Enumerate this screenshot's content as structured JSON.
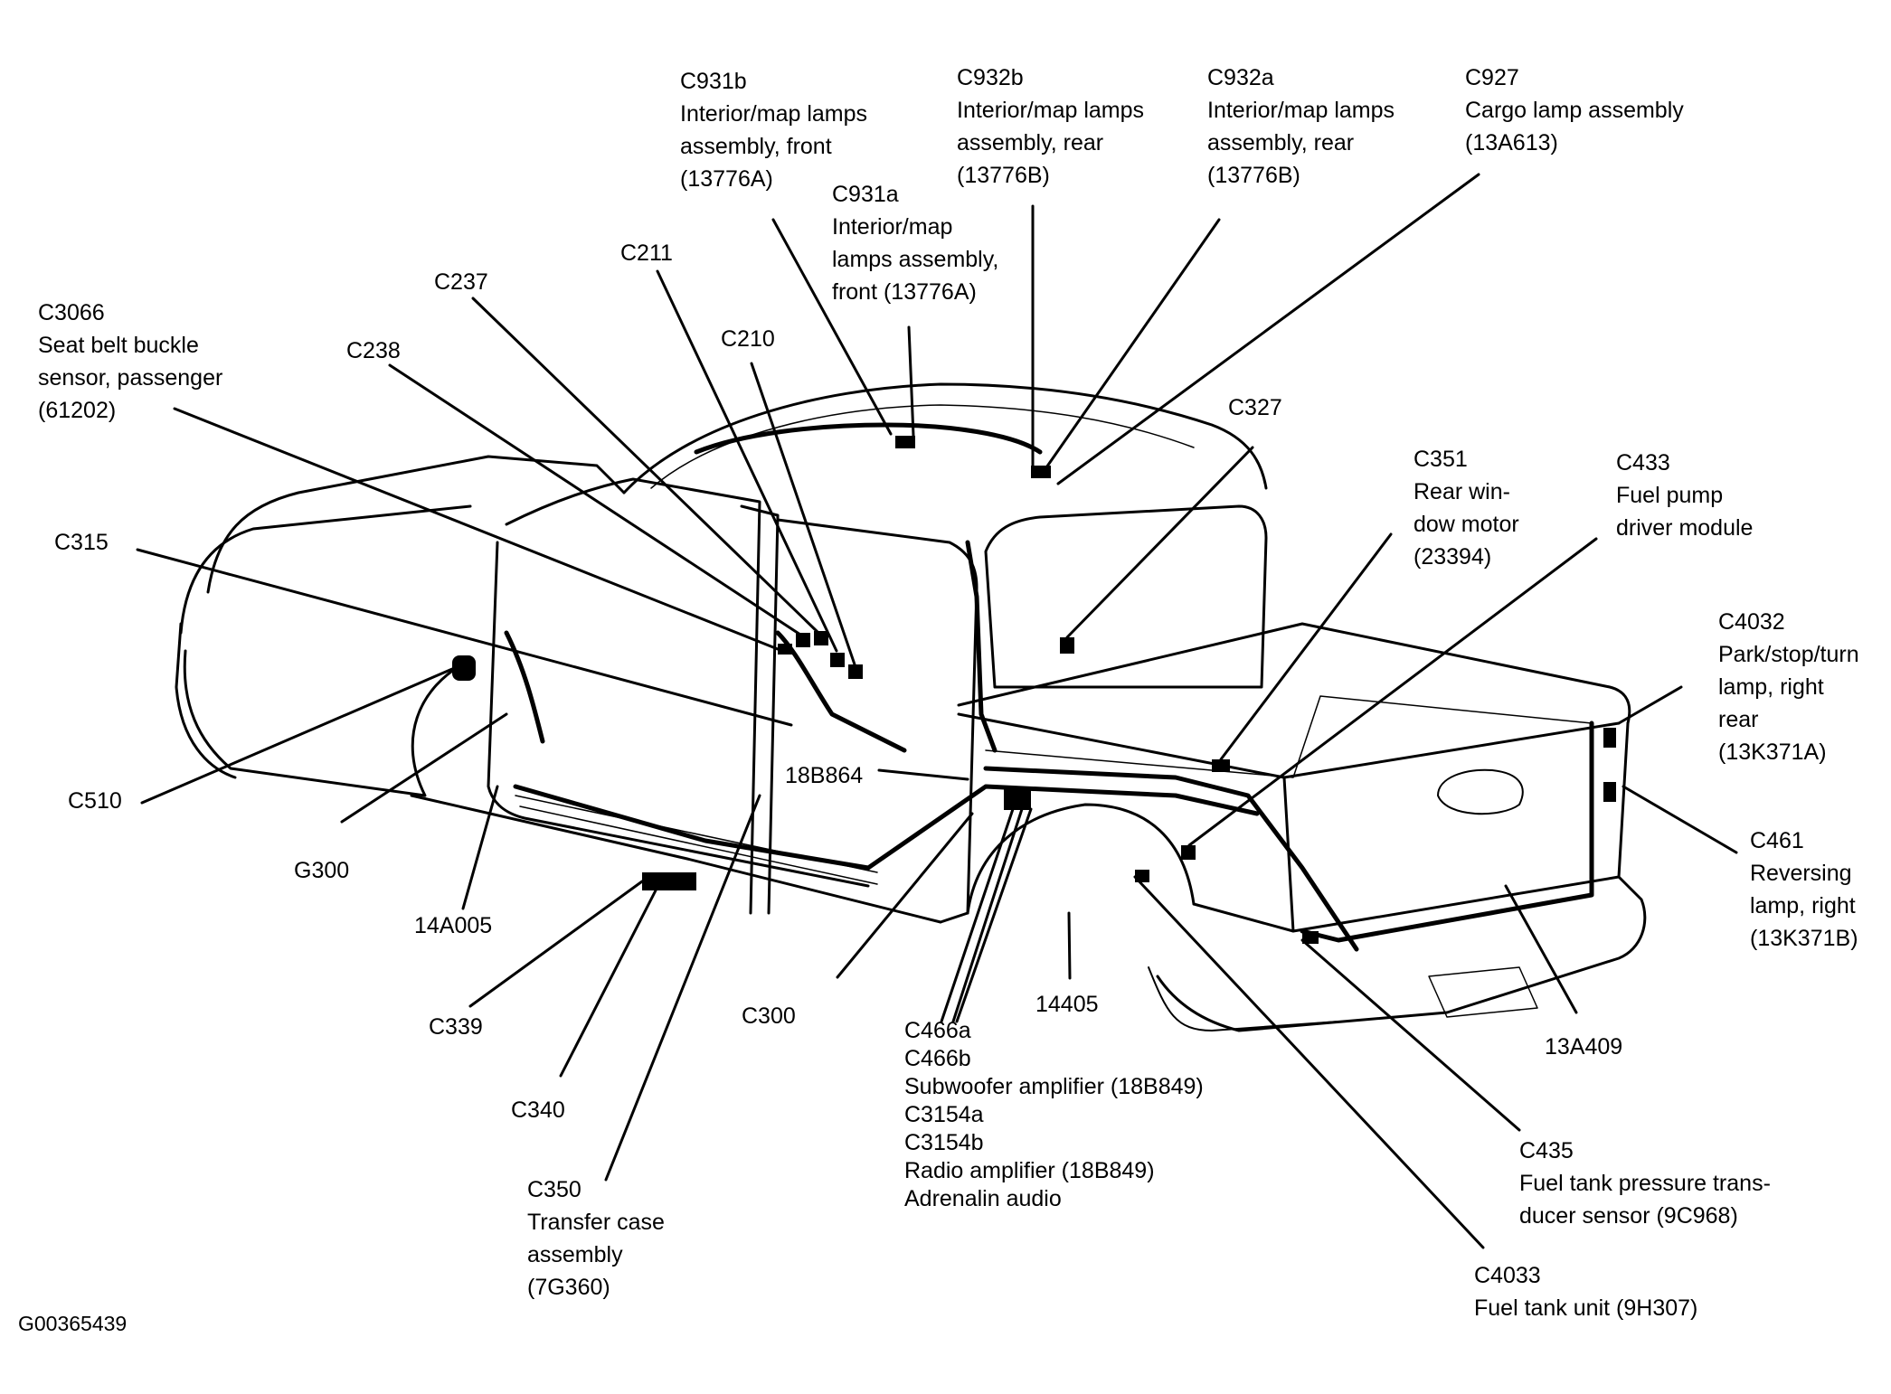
{
  "figure_id": "G00365439",
  "callouts": [
    {
      "id": "c931b",
      "lines": [
        "C931b",
        "Interior/map lamps",
        "assembly, front",
        "(13776A)"
      ]
    },
    {
      "id": "c931a",
      "lines": [
        "C931a",
        "Interior/map",
        "lamps assembly,",
        "front (13776A)"
      ]
    },
    {
      "id": "c932b",
      "lines": [
        "C932b",
        "Interior/map lamps",
        "assembly, rear",
        "(13776B)"
      ]
    },
    {
      "id": "c932a",
      "lines": [
        "C932a",
        "Interior/map lamps",
        "assembly, rear",
        "(13776B)"
      ]
    },
    {
      "id": "c927",
      "lines": [
        "C927",
        "Cargo lamp assembly",
        "(13A613)"
      ]
    },
    {
      "id": "c211",
      "lines": [
        "C211"
      ]
    },
    {
      "id": "c237",
      "lines": [
        "C237"
      ]
    },
    {
      "id": "c210",
      "lines": [
        "C210"
      ]
    },
    {
      "id": "c3066",
      "lines": [
        "C3066",
        "Seat belt buckle",
        "sensor, passenger",
        "(61202)"
      ]
    },
    {
      "id": "c238",
      "lines": [
        "C238"
      ]
    },
    {
      "id": "c327",
      "lines": [
        "C327"
      ]
    },
    {
      "id": "c315",
      "lines": [
        "C315"
      ]
    },
    {
      "id": "c351",
      "lines": [
        "C351",
        "Rear win-",
        "dow motor",
        "(23394)"
      ]
    },
    {
      "id": "c433",
      "lines": [
        "C433",
        "Fuel pump",
        "driver module"
      ]
    },
    {
      "id": "c4032",
      "lines": [
        "C4032",
        "Park/stop/turn",
        "lamp, right",
        "rear",
        "(13K371A)"
      ]
    },
    {
      "id": "c510",
      "lines": [
        "C510"
      ]
    },
    {
      "id": "g300",
      "lines": [
        "G300"
      ]
    },
    {
      "id": "p18b864",
      "lines": [
        "18B864"
      ]
    },
    {
      "id": "c461",
      "lines": [
        "C461",
        "Reversing",
        "lamp, right",
        "(13K371B)"
      ]
    },
    {
      "id": "p14a005",
      "lines": [
        "14A005"
      ]
    },
    {
      "id": "c339",
      "lines": [
        "C339"
      ]
    },
    {
      "id": "c300",
      "lines": [
        "C300"
      ]
    },
    {
      "id": "p14405",
      "lines": [
        "14405"
      ]
    },
    {
      "id": "p13a409",
      "lines": [
        "13A409"
      ]
    },
    {
      "id": "c466",
      "lines": [
        "C466a",
        "C466b",
        "Subwoofer amplifier (18B849)",
        "C3154a",
        "C3154b",
        "Radio amplifier (18B849)",
        "Adrenalin audio"
      ]
    },
    {
      "id": "c340",
      "lines": [
        "C340"
      ]
    },
    {
      "id": "c350",
      "lines": [
        "C350",
        "Transfer case",
        "assembly",
        "(7G360)"
      ]
    },
    {
      "id": "c435",
      "lines": [
        "C435",
        "Fuel tank pressure trans-",
        "ducer sensor (9C968)"
      ]
    },
    {
      "id": "c4033",
      "lines": [
        "C4033",
        "Fuel tank unit (9H307)"
      ]
    }
  ]
}
